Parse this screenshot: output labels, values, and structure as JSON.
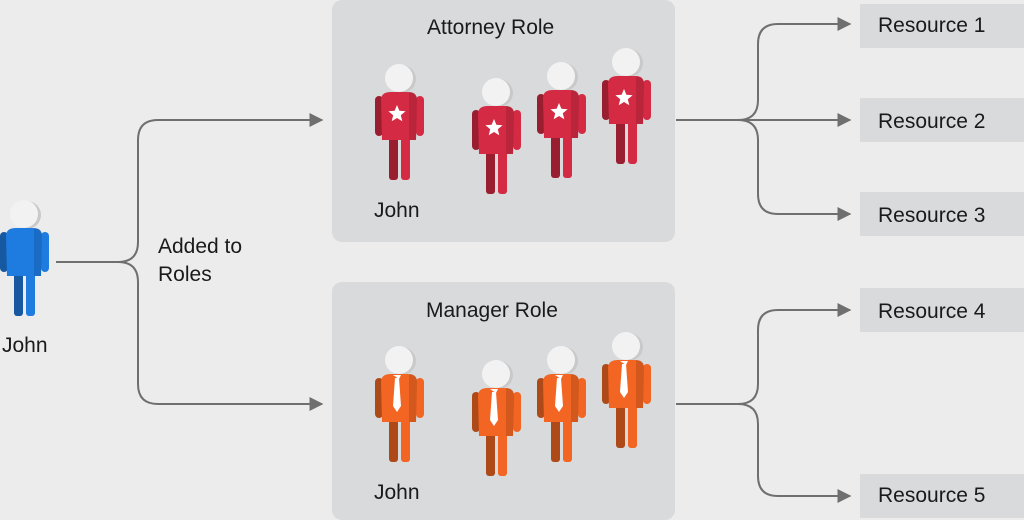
{
  "user": {
    "name": "John",
    "color": "#1e7be0"
  },
  "connector_label": [
    "Added to",
    "Roles"
  ],
  "roles": [
    {
      "title": "Attorney Role",
      "member_label": "John",
      "color": "#d42a43",
      "icon": "star-icon",
      "resources": [
        "Resource 1",
        "Resource 2",
        "Resource 3"
      ]
    },
    {
      "title": "Manager Role",
      "member_label": "John",
      "color": "#f26522",
      "icon": "tie-icon",
      "resources": [
        "Resource 4",
        "Resource 5"
      ]
    }
  ],
  "colors": {
    "background": "#ececec",
    "role_box": "#d8dadc",
    "resource_box": "#d8dadc",
    "line": "#6f6f6f",
    "head": "#f2f2f2"
  }
}
